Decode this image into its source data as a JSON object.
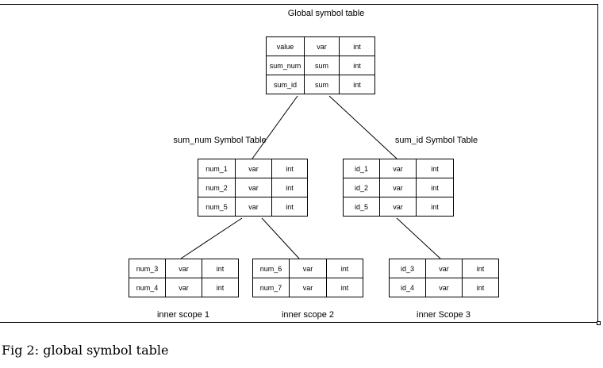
{
  "global": {
    "title": "Global symbol table",
    "rows": [
      [
        "value",
        "var",
        "int"
      ],
      [
        "sum_num",
        "sum",
        "int"
      ],
      [
        "sum_id",
        "sum",
        "int"
      ]
    ]
  },
  "sum_num_table": {
    "title": "sum_num Symbol Table",
    "rows": [
      [
        "num_1",
        "var",
        "int"
      ],
      [
        "num_2",
        "var",
        "int"
      ],
      [
        "num_5",
        "var",
        "int"
      ]
    ]
  },
  "sum_id_table": {
    "title": "sum_id Symbol Table",
    "rows": [
      [
        "id_1",
        "var",
        "int"
      ],
      [
        "id_2",
        "var",
        "int"
      ],
      [
        "id_5",
        "var",
        "int"
      ]
    ]
  },
  "scope1": {
    "title": "inner scope 1",
    "rows": [
      [
        "num_3",
        "var",
        "int"
      ],
      [
        "num_4",
        "var",
        "int"
      ]
    ]
  },
  "scope2": {
    "title": "inner scope 2",
    "rows": [
      [
        "num_6",
        "var",
        "int"
      ],
      [
        "num_7",
        "var",
        "int"
      ]
    ]
  },
  "scope3": {
    "title": "inner Scope 3",
    "rows": [
      [
        "id_3",
        "var",
        "int"
      ],
      [
        "id_4",
        "var",
        "int"
      ]
    ]
  },
  "caption": "Fig 2: global symbol table"
}
